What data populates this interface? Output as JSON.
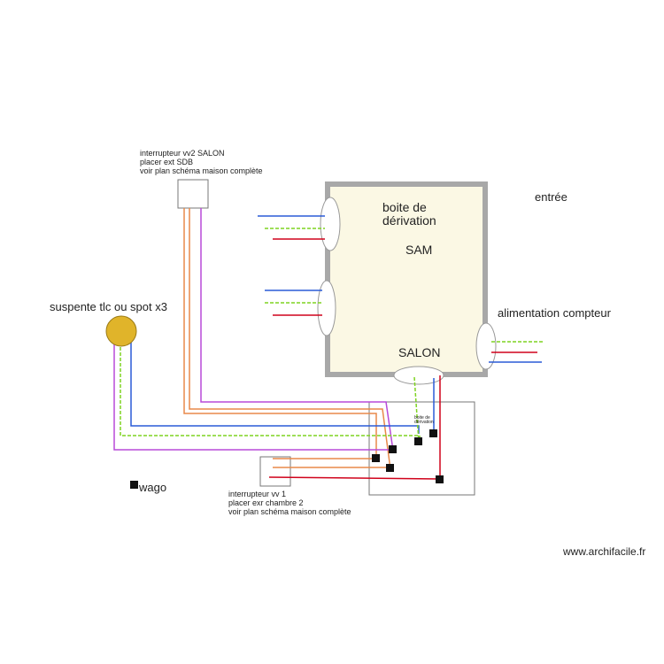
{
  "colors": {
    "wire_blue": "#2a5bd7",
    "wire_green": "#7ed321",
    "wire_red": "#d0021b",
    "wire_orange": "#e8894a",
    "wire_purple": "#b84ad8",
    "room_fill": "#fbf8e4",
    "room_wall": "#a8a8a8",
    "lamp_fill": "#e0b42a",
    "wago": "#111111"
  },
  "labels": {
    "switch_vv2": [
      "interrupteur vv2 SALON",
      "placer ext SDB",
      "voir plan schéma maison complète"
    ],
    "switch_vv1": [
      "interrupteur vv 1",
      "placer exr chambre 2",
      "voir plan schéma maison complète"
    ],
    "junction_box_room": [
      "boite de",
      "dérivation"
    ],
    "room_sam": "SAM",
    "room_salon": "SALON",
    "entrance": "entrée",
    "meter_supply": "alimentation compteur",
    "pendant": "suspente tlc ou spot x3",
    "wago_legend": "wago",
    "junction_box_small": [
      "boite de",
      "dérivation"
    ],
    "watermark": "www.archifacile.fr"
  }
}
